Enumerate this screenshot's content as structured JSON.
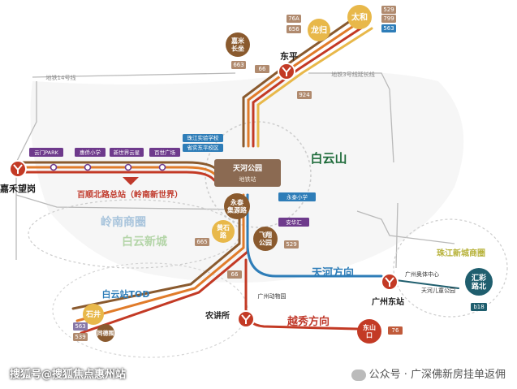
{
  "colors": {
    "orange": "#E07B2A",
    "brown": "#8A5A2E",
    "darkred": "#C33A25",
    "yellow": "#E8B84A",
    "blue": "#2E7DB8",
    "purple": "#6E3A8C",
    "teal": "#1F5E6E",
    "textred": "#C0392B",
    "bus": "#9A9A9A"
  },
  "hub": {
    "title": "天河公园",
    "subtitle": "地铁站",
    "note": ""
  },
  "districts": {
    "baiyunshan": "白云山",
    "lingnan": "岭南商圈",
    "baiyun_city": "白云新城",
    "baiyun_tod": "白云站TOD",
    "zhujiang": "珠江新城商圈"
  },
  "top_rail_left": "地铁14号线",
  "top_rail_right": "地铁3号线延长线",
  "stations": {
    "jiahe": "嘉禾望岗",
    "dongping": "东平",
    "nongjiangsuo": "农讲所",
    "guangzhoudong": "广州东站",
    "taihe": "太和",
    "longgui": "龙归",
    "jiami": "嘉米\n长坐",
    "yongtai": "永泰\n集源路",
    "huangshi": "黄石\n路",
    "feixiang": "飞翔\n公园",
    "shijing": "石井",
    "tongdelu": "同德围",
    "dongshankou": "东山\n口",
    "huicai": "汇彩\n路北"
  },
  "pois": {
    "yunmen": "云门PARK",
    "huiqiao": "惠侨小学",
    "xinshijie": "新世界云星",
    "baishi": "百世广场",
    "zhujiang_school": "珠江实验学校",
    "yongtai_school": "永泰小学",
    "anhua": "安华汇",
    "sheng_school": "省实东平校区",
    "tiyu": "广州奥体中心",
    "ertong": "天河儿童公园",
    "dongwuyuan": "广州动物园"
  },
  "bus_badges": {
    "b76a": "76A",
    "b656": "656",
    "b563": "563",
    "b66a": "66",
    "b924": "924",
    "b529": "529",
    "b799": "799",
    "b665": "665",
    "b66b": "66",
    "b539": "539",
    "b76b": "76",
    "b18": "b18",
    "b563b": "563"
  },
  "labels": {
    "baishun": "百顺北路总站（岭南新世界）",
    "tianhe_dir": "天河方向",
    "yuexiu_dir": "越秀方向"
  },
  "footer_left": "搜狐号@搜狐焦点惠州站",
  "footer_right": "公众号 · 广深佛新房挂单返佣"
}
